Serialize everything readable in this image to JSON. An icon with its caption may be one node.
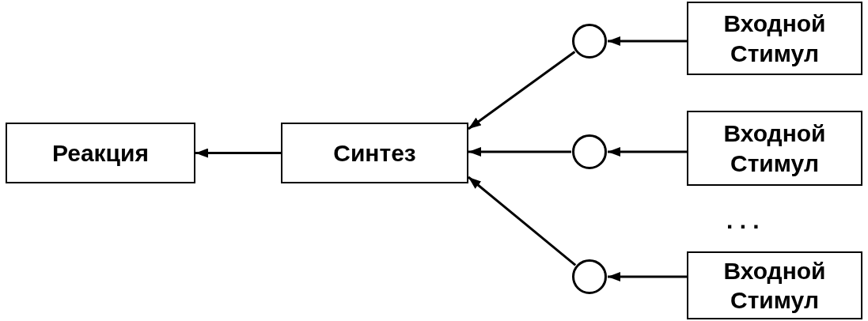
{
  "diagram": {
    "nodes": [
      {
        "text": [
          "Реакция"
        ]
      },
      {
        "text": [
          "Синтез"
        ]
      },
      {
        "text": [],
        "shape": "circle"
      },
      {
        "text": [
          "Входной Стимул"
        ]
      },
      {
        "text": [],
        "shape": "circle"
      },
      {
        "text": [
          "Входной Стимул"
        ]
      },
      {
        "text": [],
        "shape": "circle"
      },
      {
        "text": [
          "Входной Стимул"
        ]
      }
    ],
    "edges": [
      {
        "from": 3,
        "to": 2,
        "arrow": "to"
      },
      {
        "from": 2,
        "to": 1,
        "arrow": "to"
      },
      {
        "from": 5,
        "to": 4,
        "arrow": "to"
      },
      {
        "from": 4,
        "to": 1,
        "arrow": "to"
      },
      {
        "from": 7,
        "to": 6,
        "arrow": "to"
      },
      {
        "from": 6,
        "to": 1,
        "arrow": "to"
      },
      {
        "from": 1,
        "to": 0,
        "arrow": "to"
      }
    ],
    "labels": [
      ". . ."
    ]
  }
}
